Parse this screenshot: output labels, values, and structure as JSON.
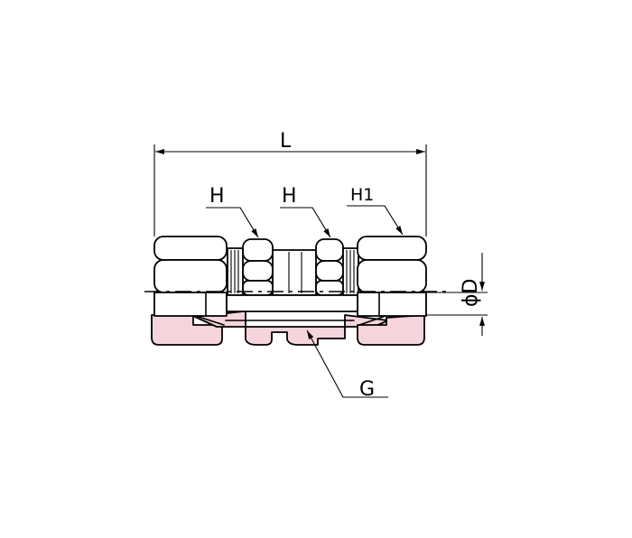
{
  "labels": {
    "length": "L",
    "hex_left": "H",
    "hex_right": "H",
    "hex_nut": "H1",
    "diameter": "ϕD",
    "thread": "G"
  },
  "colors": {
    "section_fill": "#f6d4dc",
    "line": "#000000",
    "background": "#ffffff"
  }
}
